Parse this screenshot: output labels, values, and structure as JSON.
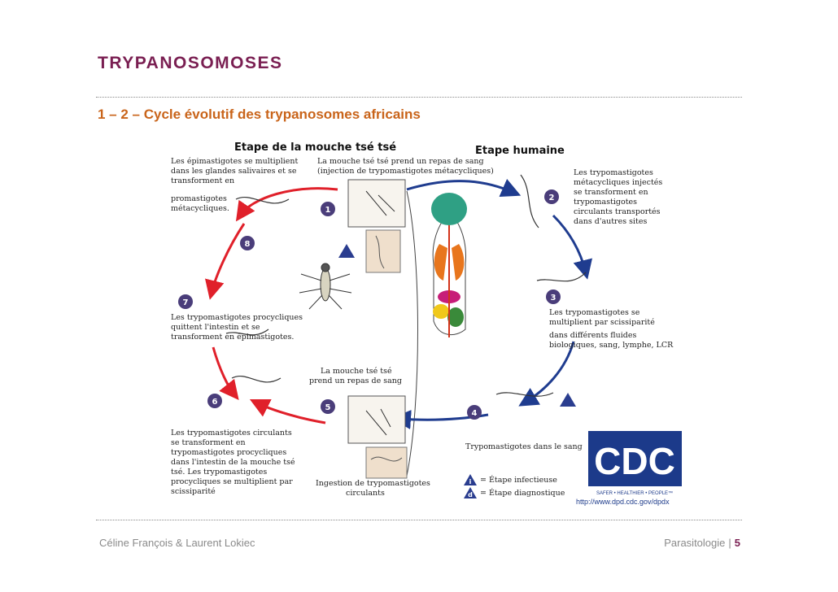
{
  "slide": {
    "title": "TRYPANOSOMOSES",
    "subtitle": "1 – 2 – Cycle évolutif des trypanosomes africains"
  },
  "footer": {
    "authors": "Céline François &  Laurent Lokiec",
    "course": "Parasitologie",
    "separator": "|",
    "page": "5"
  },
  "diagram": {
    "stage_fly_title": "Etape de la mouche tsé tsé",
    "stage_human_title": "Etape humaine",
    "step1_caption": [
      "La mouche tsé tsé prend un repas de sang",
      "(injection de trypomastigotes métacycliques)"
    ],
    "step2_caption": [
      "Les trypomastigotes",
      "métacycliques injectés",
      "se transforment en",
      "trypomastigotes",
      "circulants transportés",
      "dans d'autres sites"
    ],
    "step3_caption": [
      "Les trypomastigotes se",
      "multiplient par scissiparité",
      "dans différents fluides",
      "biologiques, sang, lymphe, LCR"
    ],
    "step4_caption": "Trypomastigotes dans le sang",
    "step5_caption": [
      "La mouche tsé tsé",
      "prend un repas de sang"
    ],
    "step5_ingestion": [
      "Ingestion de trypomastigotes",
      "circulants"
    ],
    "step6_caption": [
      "Les trypomastigotes circulants",
      "se transforment en",
      "trypomastigotes procycliques",
      "dans l'intestin de la mouche tsé",
      "tsé. Les trypomastigotes",
      "procycliques se multiplient par",
      "scissiparité"
    ],
    "step7_caption": [
      "Les trypomastigotes procycliques",
      "quittent l'intestin et se",
      "transforment en épimastigotes."
    ],
    "step8_caption": [
      "Les épimastigotes se multiplient",
      "dans les glandes salivaires et se",
      "transforment en",
      "promastigotes",
      "métacycliques."
    ],
    "step_numbers": [
      "1",
      "2",
      "3",
      "4",
      "5",
      "6",
      "7",
      "8"
    ],
    "legend_infective_symbol": "i",
    "legend_infective": "= Étape infectieuse",
    "legend_diagnostic_symbol": "d",
    "legend_diagnostic": "= Étape diagnostique",
    "cdc_logo": "CDC",
    "cdc_tagline": "SAFER • HEALTHIER • PEOPLE™",
    "cdc_url": "http://www.dpd.cdc.gov/dpdx"
  },
  "colors": {
    "title": "#7a1f52",
    "subtitle": "#c9641a",
    "fly_arrow": "#e0202a",
    "human_arrow": "#1f3c8f",
    "step_badge": "#4a3d7a",
    "cdc_blue": "#1c3a8a"
  }
}
